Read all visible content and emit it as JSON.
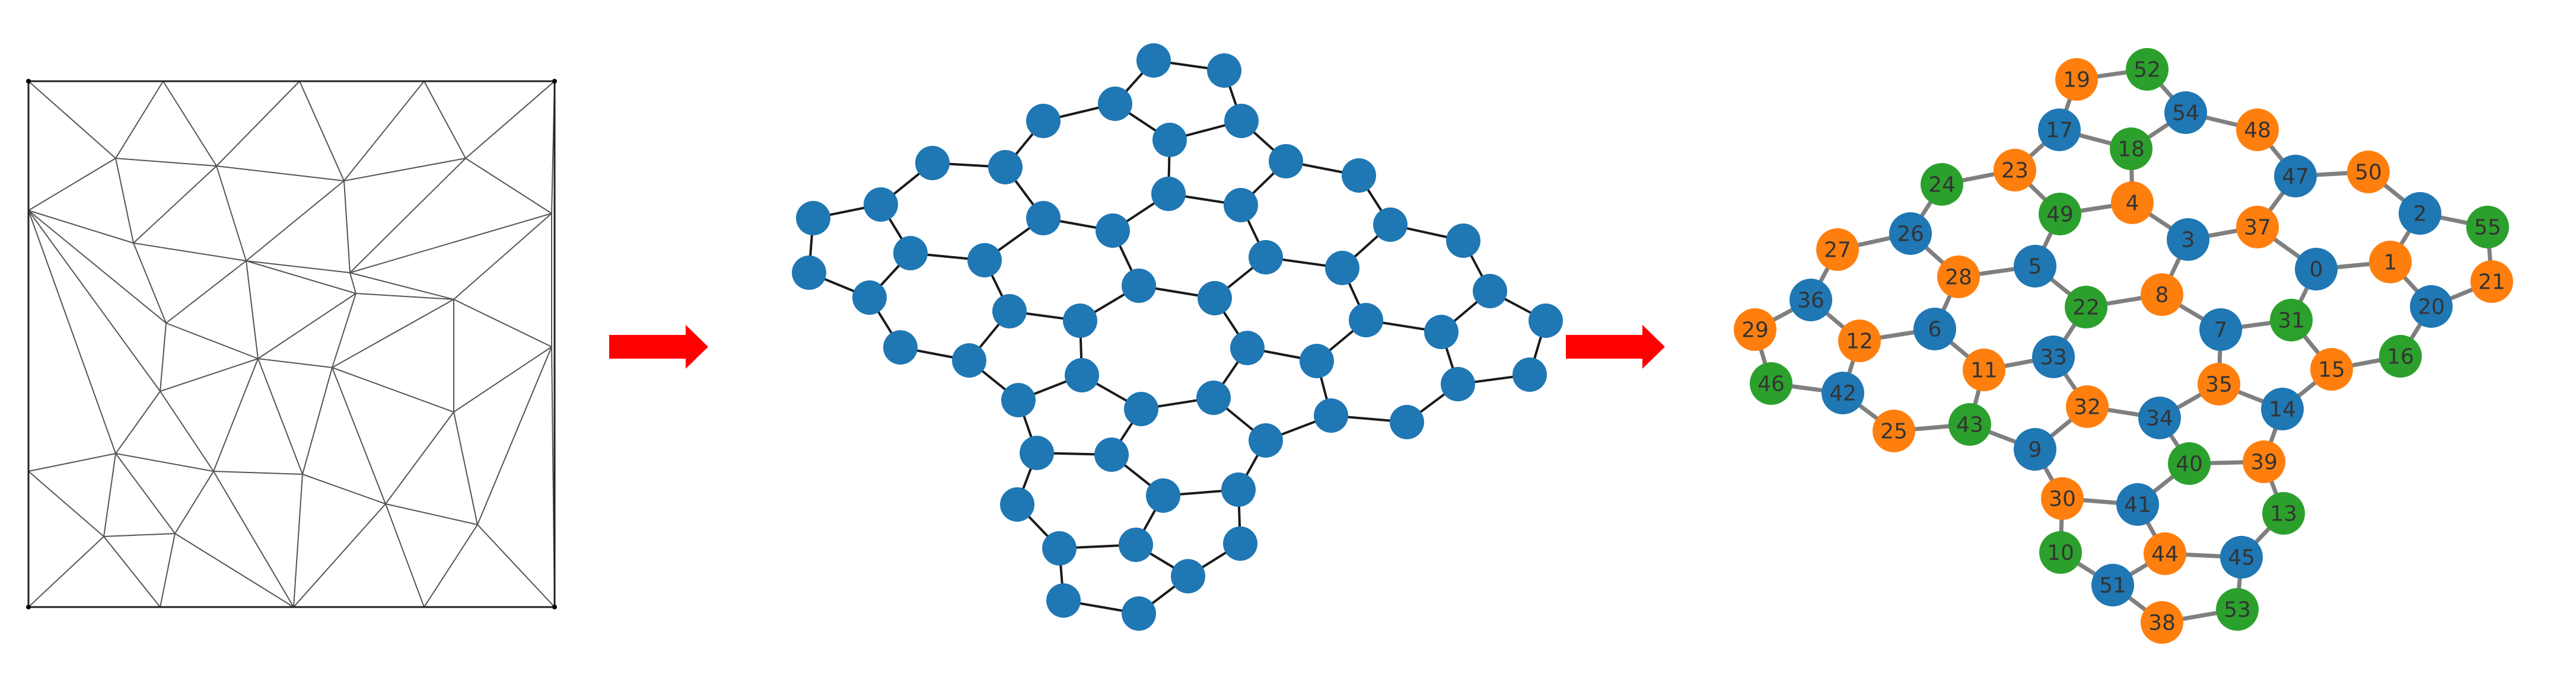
{
  "colors": {
    "blue": "#1f77b4",
    "orange": "#ff7f0e",
    "green": "#2ca02c",
    "arrow": "#ff0000",
    "mesh_line": "#555555",
    "background": "#ffffff"
  },
  "panels": [
    {
      "name": "triangular-mesh"
    },
    {
      "name": "dual-graph"
    },
    {
      "name": "colored-graph"
    }
  ],
  "arrows": [
    {
      "from": "triangular-mesh",
      "to": "dual-graph",
      "icon": "right-arrow-icon"
    },
    {
      "from": "dual-graph",
      "to": "colored-graph",
      "icon": "right-arrow-icon"
    }
  ],
  "node_labels": [
    "0",
    "1",
    "2",
    "3",
    "4",
    "5",
    "6",
    "7",
    "8",
    "9",
    "10",
    "11",
    "12",
    "13",
    "14",
    "15",
    "16",
    "17",
    "18",
    "19",
    "20",
    "21",
    "22",
    "23",
    "24",
    "25",
    "26",
    "27",
    "28",
    "29",
    "30",
    "31",
    "32",
    "33",
    "34",
    "35",
    "36",
    "37",
    "38",
    "39",
    "40",
    "41",
    "42",
    "43",
    "44",
    "45",
    "46",
    "47",
    "48",
    "49",
    "50",
    "51",
    "52",
    "53",
    "54",
    "55"
  ]
}
